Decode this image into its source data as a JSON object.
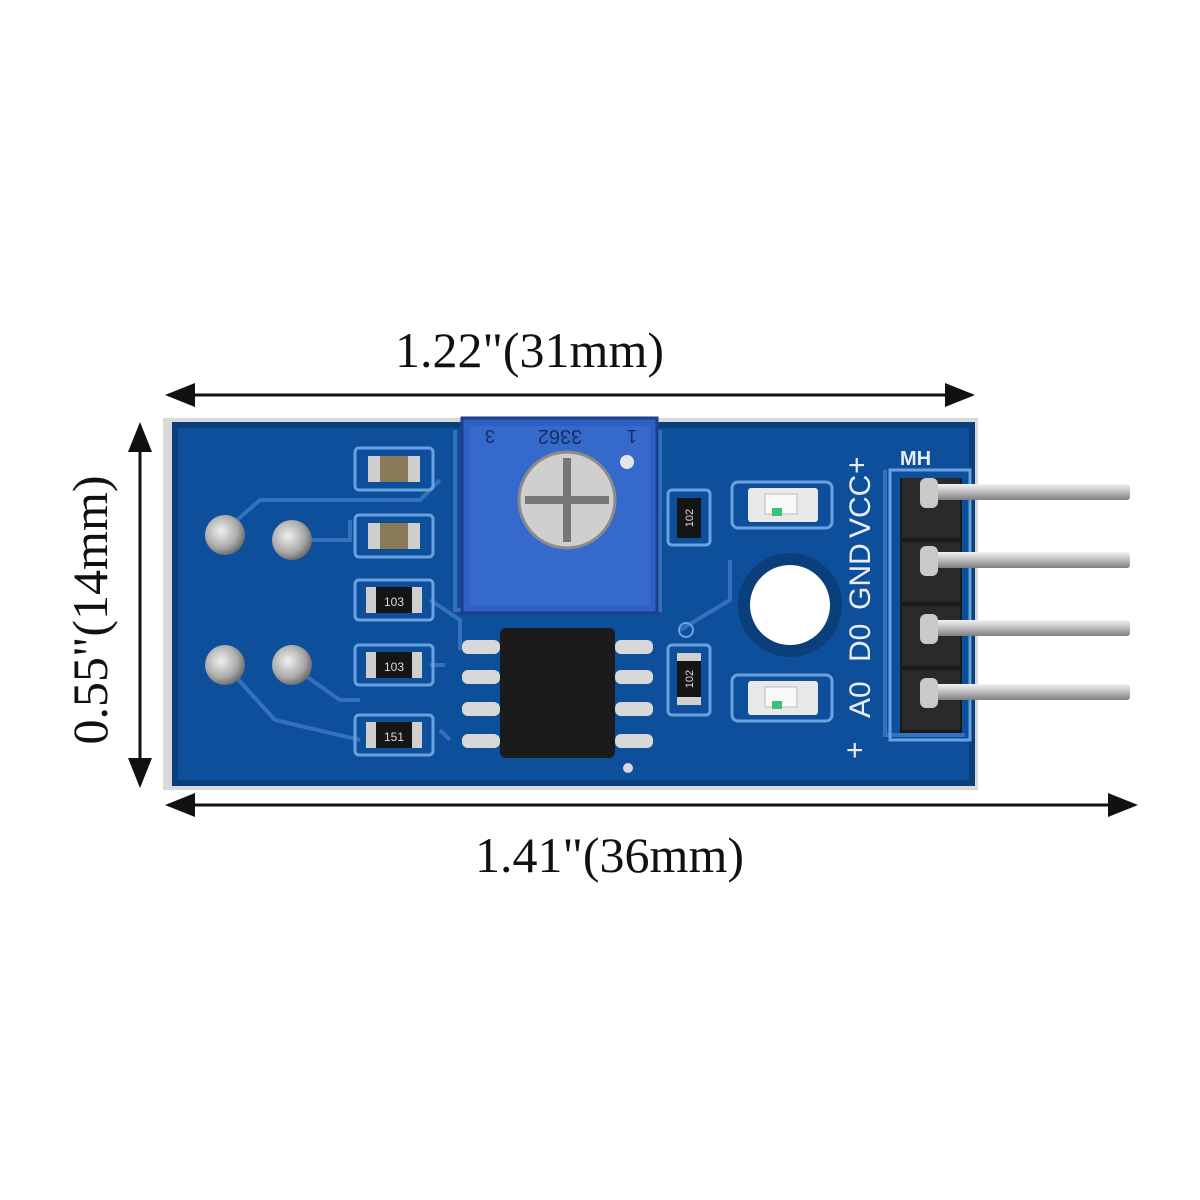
{
  "dimensions": {
    "top_width": "1.22\"(31mm)",
    "bottom_width": "1.41\"(36mm)",
    "height": "0.55\"(14mm)"
  },
  "board": {
    "pin_labels": [
      "A0",
      "D0",
      "GND",
      "VCC"
    ],
    "header_label": "MH",
    "potentiometer_code": "3362",
    "pot_pin_1": "1",
    "pot_pin_3": "3",
    "resistor_codes": [
      "103",
      "103",
      "151",
      "102",
      "102"
    ],
    "plus_top": "+",
    "plus_bottom": "+"
  },
  "colors": {
    "pcb": "#0d4f9a",
    "pcb_dark": "#0a3f7c",
    "trace": "#3a78c4",
    "pot": "#2f5fc2",
    "pin": "#c9c9c9",
    "header": "#1a1a1a"
  }
}
